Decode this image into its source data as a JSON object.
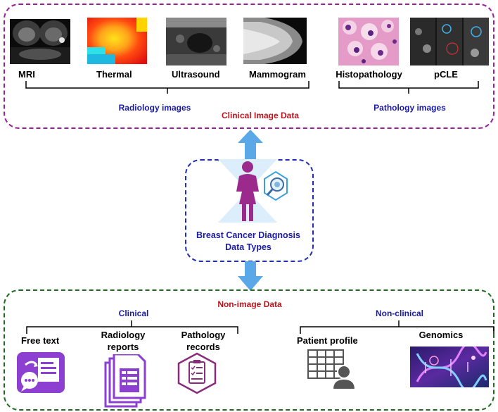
{
  "clinical_image": {
    "title": "Clinical Image Data",
    "radiology": {
      "group_label": "Radiology images",
      "items": [
        {
          "label": "MRI",
          "icon": "mri-scan-image"
        },
        {
          "label": "Thermal",
          "icon": "thermal-image"
        },
        {
          "label": "Ultrasound",
          "icon": "ultrasound-image"
        },
        {
          "label": "Mammogram",
          "icon": "mammogram-image"
        }
      ]
    },
    "pathology": {
      "group_label": "Pathology images",
      "items": [
        {
          "label": "Histopathology",
          "icon": "histopathology-image"
        },
        {
          "label": "pCLE",
          "icon": "pcle-image"
        }
      ]
    }
  },
  "center": {
    "title_line1": "Breast Cancer Diagnosis",
    "title_line2": "Data Types",
    "icon": "woman-magnifier-icon"
  },
  "non_image": {
    "title": "Non-image Data",
    "clinical": {
      "group_label": "Clinical",
      "items": [
        {
          "label_line1": "Free text",
          "label_line2": "",
          "icon": "chat-document-icon"
        },
        {
          "label_line1": "Radiology",
          "label_line2": "reports",
          "icon": "stacked-documents-icon"
        },
        {
          "label_line1": "Pathology",
          "label_line2": "records",
          "icon": "clipboard-hexagon-icon"
        }
      ]
    },
    "non_clinical": {
      "group_label": "Non-clinical",
      "items": [
        {
          "label": "Patient profile",
          "icon": "table-person-icon"
        },
        {
          "label": "Genomics",
          "icon": "dna-image"
        }
      ]
    }
  },
  "colors": {
    "image_box_border": "#9a1f9a",
    "center_box_border": "#1f2fb0",
    "non_image_box_border": "#1f6b1f",
    "arrow": "#5aa8e8",
    "blue_text": "#1a1aa6",
    "red_text": "#c0141c",
    "icon_purple": "#8c3fd0"
  }
}
